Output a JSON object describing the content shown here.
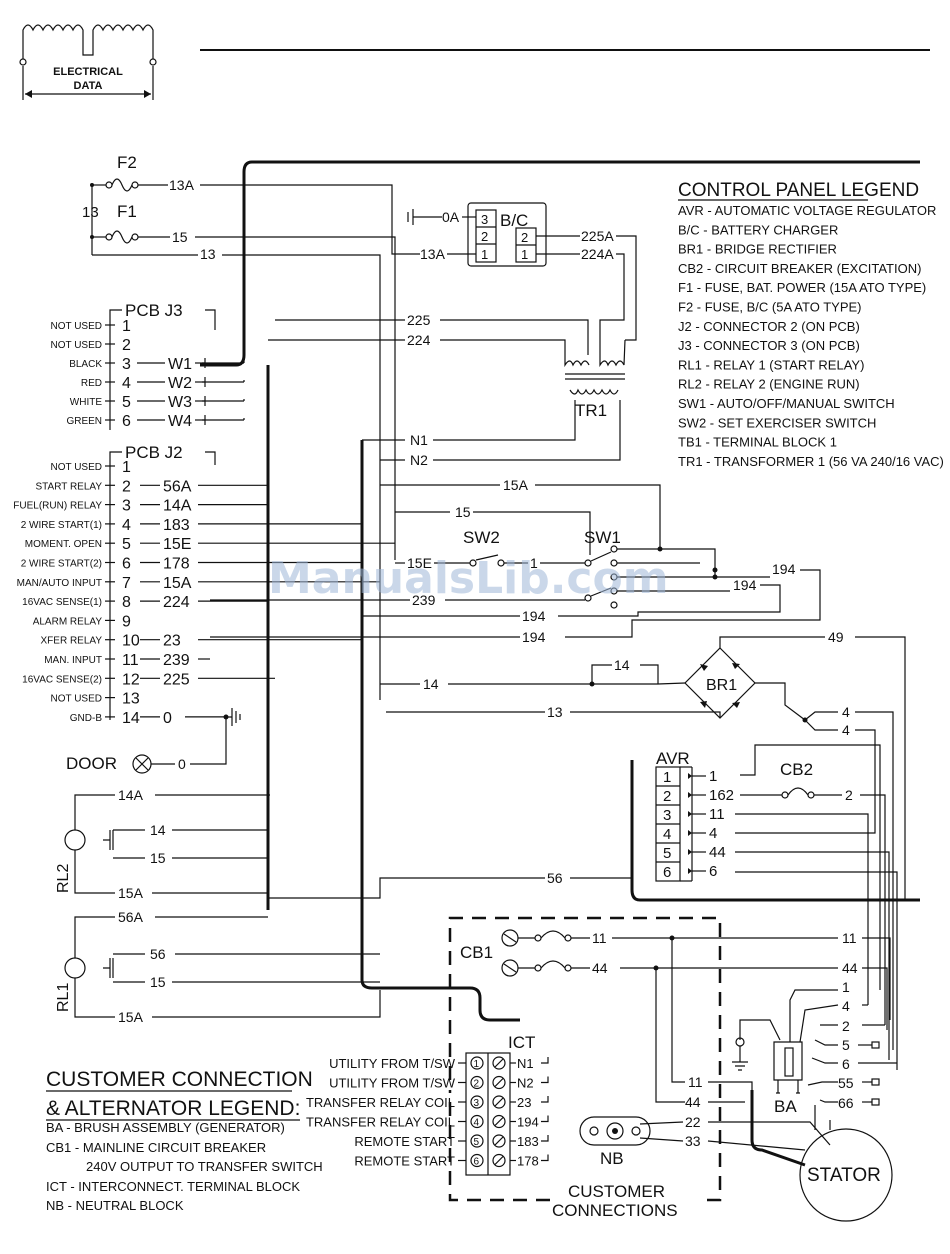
{
  "header": {
    "badge_line1": "ELECTRICAL",
    "badge_line2": "DATA"
  },
  "watermark": "ManualsLib.com",
  "control_legend": {
    "title": "CONTROL PANEL LEGEND",
    "items": [
      "AVR - AUTOMATIC VOLTAGE REGULATOR",
      "B/C - BATTERY CHARGER",
      "BR1 - BRIDGE RECTIFIER",
      "CB2 - CIRCUIT BREAKER (EXCITATION)",
      "F1 - FUSE, BAT. POWER (15A ATO TYPE)",
      "F2 - FUSE, B/C (5A ATO TYPE)",
      "J2 - CONNECTOR 2 (ON PCB)",
      "J3 - CONNECTOR 3 (ON PCB)",
      "RL1 - RELAY 1 (START RELAY)",
      "RL2 - RELAY 2 (ENGINE RUN)",
      "SW1 - AUTO/OFF/MANUAL SWITCH",
      "SW2 - SET EXERCISER SWITCH",
      "TB1 - TERMINAL BLOCK 1",
      "TR1 - TRANSFORMER 1 (56 VA 240/16 VAC)"
    ]
  },
  "customer_legend": {
    "title1": "CUSTOMER CONNECTION",
    "title2": "& ALTERNATOR LEGEND:",
    "items": [
      "BA - BRUSH ASSEMBLY (GENERATOR)",
      "CB1 - MAINLINE CIRCUIT BREAKER",
      "240V OUTPUT TO TRANSFER SWITCH",
      "ICT - INTERCONNECT. TERMINAL BLOCK",
      "NB - NEUTRAL BLOCK"
    ]
  },
  "pcb_j3": {
    "title": "PCB J3",
    "pins": [
      {
        "label": "NOT USED",
        "pin": "1",
        "wire": ""
      },
      {
        "label": "NOT USED",
        "pin": "2",
        "wire": ""
      },
      {
        "label": "BLACK",
        "pin": "3",
        "wire": "W1"
      },
      {
        "label": "RED",
        "pin": "4",
        "wire": "W2"
      },
      {
        "label": "WHITE",
        "pin": "5",
        "wire": "W3"
      },
      {
        "label": "GREEN",
        "pin": "6",
        "wire": "W4"
      }
    ]
  },
  "pcb_j2": {
    "title": "PCB J2",
    "pins": [
      {
        "label": "NOT USED",
        "pin": "1",
        "wire": ""
      },
      {
        "label": "START RELAY",
        "pin": "2",
        "wire": "56A"
      },
      {
        "label": "FUEL(RUN) RELAY",
        "pin": "3",
        "wire": "14A"
      },
      {
        "label": "2 WIRE START(1)",
        "pin": "4",
        "wire": "183"
      },
      {
        "label": "MOMENT. OPEN",
        "pin": "5",
        "wire": "15E"
      },
      {
        "label": "2 WIRE START(2)",
        "pin": "6",
        "wire": "178"
      },
      {
        "label": "MAN/AUTO INPUT",
        "pin": "7",
        "wire": "15A"
      },
      {
        "label": "16VAC SENSE(1)",
        "pin": "8",
        "wire": "224"
      },
      {
        "label": "ALARM RELAY",
        "pin": "9",
        "wire": ""
      },
      {
        "label": "XFER RELAY",
        "pin": "10",
        "wire": "23"
      },
      {
        "label": "MAN. INPUT",
        "pin": "11",
        "wire": "239"
      },
      {
        "label": "16VAC SENSE(2)",
        "pin": "12",
        "wire": "225"
      },
      {
        "label": "NOT USED",
        "pin": "13",
        "wire": ""
      },
      {
        "label": "GND-B",
        "pin": "14",
        "wire": "0"
      }
    ]
  },
  "components": {
    "f1": "F1",
    "f2": "F2",
    "bc": "B/C",
    "tr1": "TR1",
    "sw1": "SW1",
    "sw2": "SW2",
    "br1": "BR1",
    "avr": "AVR",
    "cb2": "CB2",
    "cb1": "CB1",
    "ict": "ICT",
    "nb": "NB",
    "ba": "BA",
    "stator": "STATOR",
    "rl1": "RL1",
    "rl2": "RL2",
    "door": "DOOR",
    "customer1": "CUSTOMER",
    "customer2": "CONNECTIONS"
  },
  "wires": {
    "w13a": "13A",
    "w13": "13",
    "w15": "15",
    "w0a": "0A",
    "w225a": "225A",
    "w224a": "224A",
    "w225": "225",
    "w224": "224",
    "n1": "N1",
    "n2": "N2",
    "w15a": "15A",
    "w15e": "15E",
    "w1": "1",
    "w194": "194",
    "w239": "239",
    "w49": "49",
    "w14": "14",
    "w4": "4",
    "w162": "162",
    "w2": "2",
    "w11": "11",
    "w44": "44",
    "w6": "6",
    "w14a": "14A",
    "w56a": "56A",
    "w56": "56",
    "w0": "0",
    "w5": "5",
    "w55": "55",
    "w66": "66",
    "w22": "22",
    "w33": "33",
    "w23": "23",
    "w183": "183",
    "w178": "178",
    "bc_pin1": "1",
    "bc_pin2": "2",
    "bc_pin3": "3"
  },
  "avr_pins": [
    {
      "pin": "1",
      "wire": "1"
    },
    {
      "pin": "2",
      "wire": "162"
    },
    {
      "pin": "3",
      "wire": "11"
    },
    {
      "pin": "4",
      "wire": "4"
    },
    {
      "pin": "5",
      "wire": "44"
    },
    {
      "pin": "6",
      "wire": "6"
    }
  ],
  "ict_rows": [
    {
      "label": "UTILITY FROM T/SW",
      "pin": "1",
      "wire": "N1"
    },
    {
      "label": "UTILITY FROM T/SW",
      "pin": "2",
      "wire": "N2"
    },
    {
      "label": "TRANSFER RELAY COIL",
      "pin": "3",
      "wire": "23"
    },
    {
      "label": "TRANSFER RELAY COIL",
      "pin": "4",
      "wire": "194"
    },
    {
      "label": "REMOTE START",
      "pin": "5",
      "wire": "183"
    },
    {
      "label": "REMOTE START",
      "pin": "6",
      "wire": "178"
    }
  ]
}
